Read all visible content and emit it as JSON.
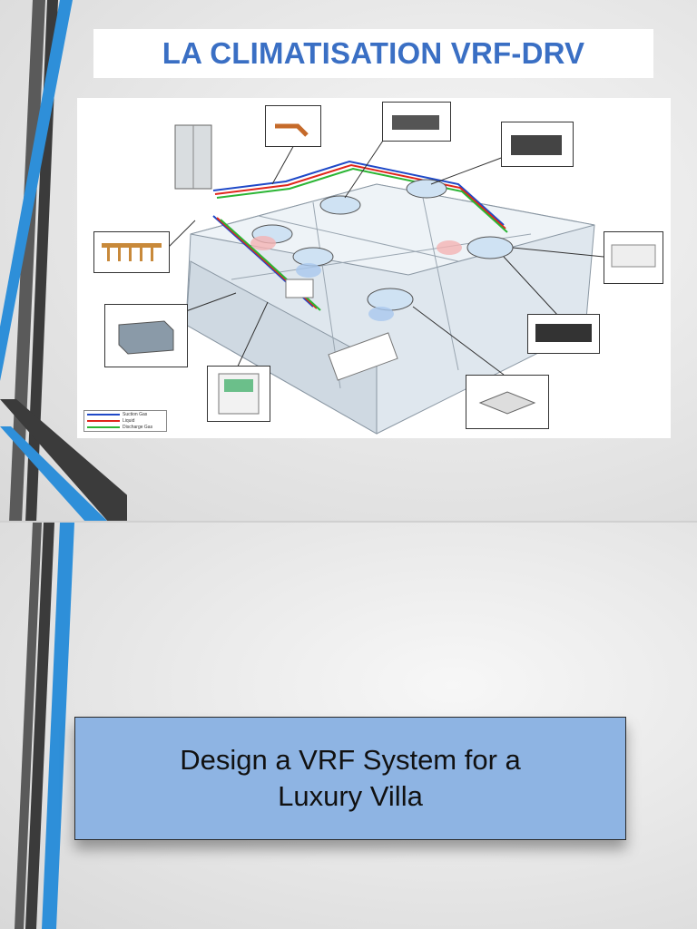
{
  "slide1": {
    "title": "LA CLIMATISATION VRF-DRV",
    "legend": [
      {
        "label": "Suction Gas",
        "color": "#1f49c8"
      },
      {
        "label": "Liquid",
        "color": "#e0261b"
      },
      {
        "label": "Discharge Gas",
        "color": "#2bb534"
      }
    ],
    "accent": "#3a6fc4"
  },
  "slide2": {
    "text_line1": "Design a VRF System for a",
    "text_line2": "Luxury Villa",
    "card_color": "#8eb4e3"
  }
}
